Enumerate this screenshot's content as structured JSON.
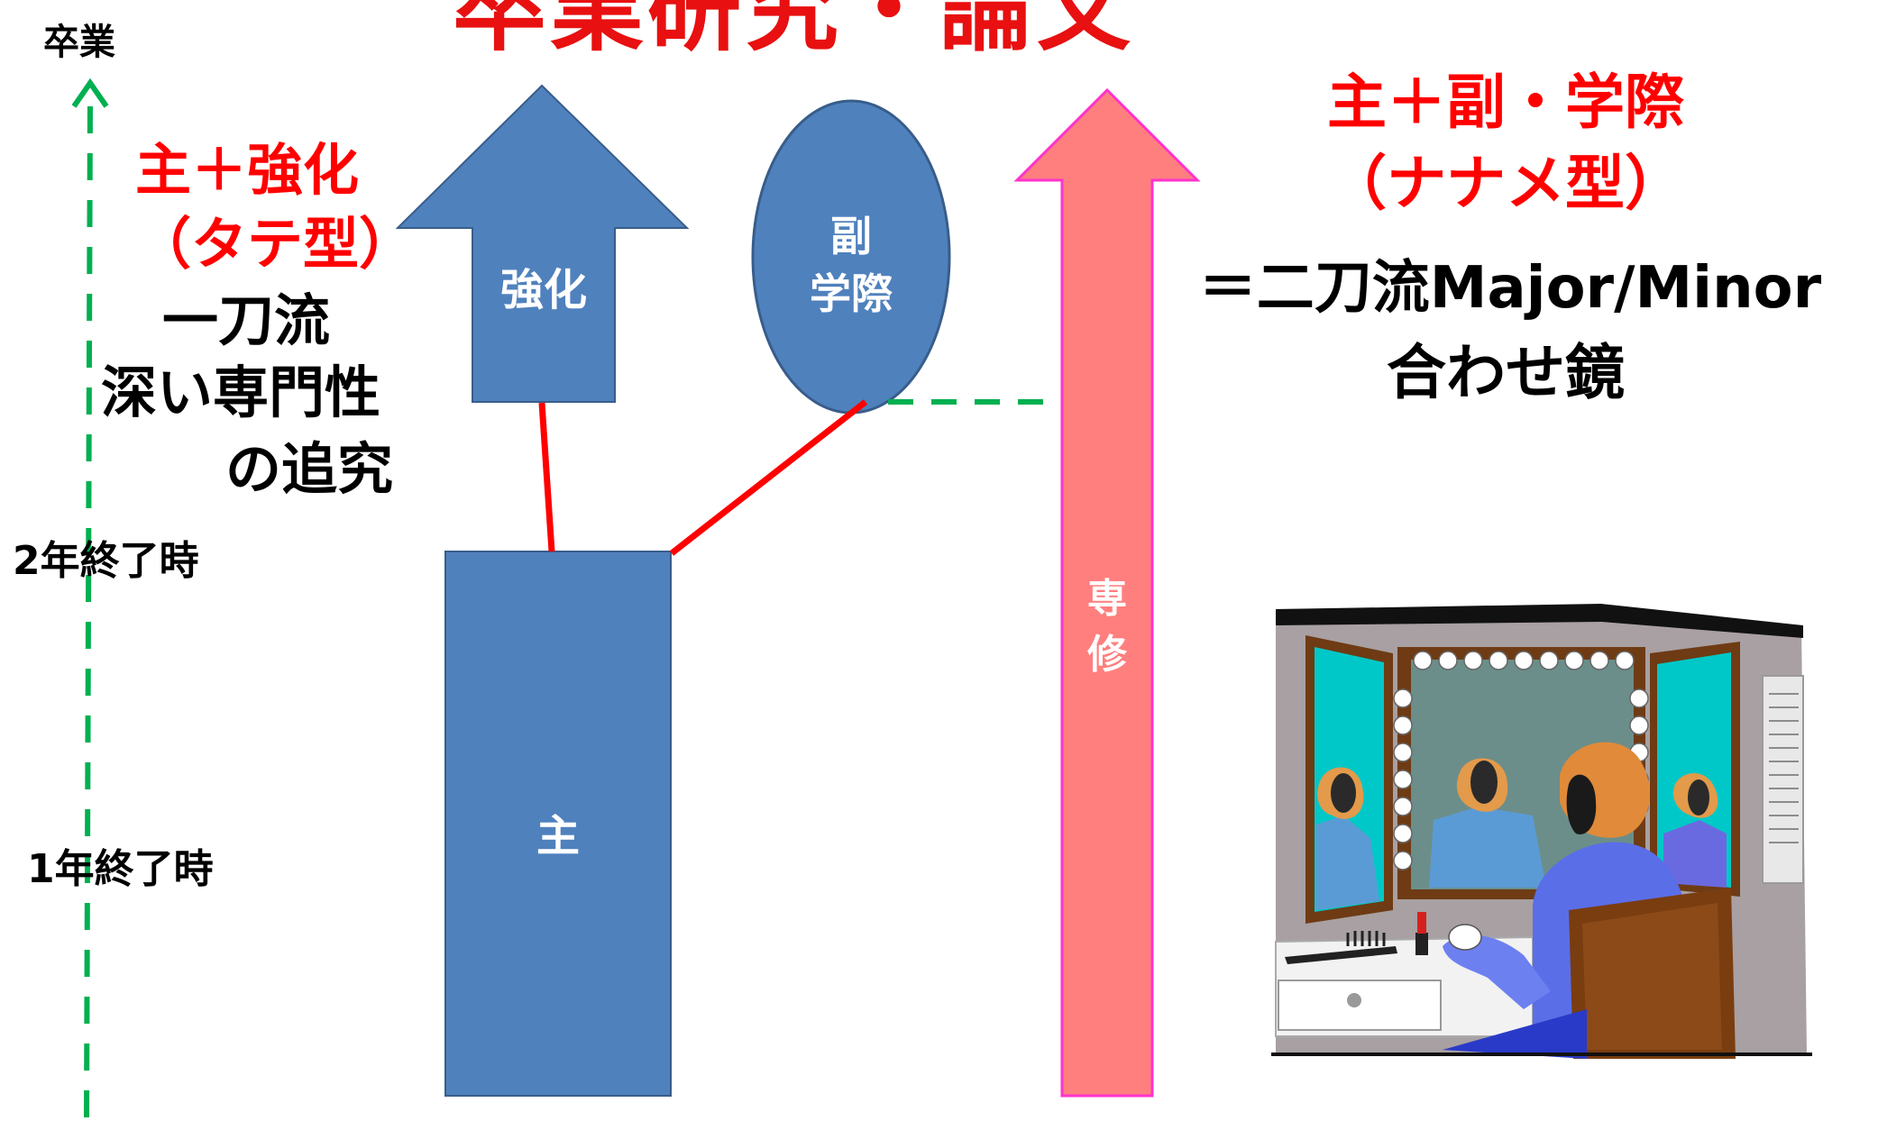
{
  "title": "卒業研究・論文",
  "axis": {
    "top_label": "卒業",
    "mark_year2": "2年終了時",
    "mark_year1": "1年終了時"
  },
  "left_text": {
    "heading1": "主＋強化",
    "heading2": "（タテ型）",
    "line1": "一刀流",
    "line2": "深い専門性",
    "line3": "の追究"
  },
  "right_text": {
    "heading1": "主＋副・学際",
    "heading2": "（ナナメ型）",
    "line1": "＝二刀流Major/Minor",
    "line2": "合わせ鏡"
  },
  "shapes": {
    "main_box": "主",
    "strengthen_arrow": "強化",
    "minor_ellipse_line1": "副",
    "minor_ellipse_line2": "学際",
    "specialty_arrow_line1": "専",
    "specialty_arrow_line2": "修"
  },
  "colors": {
    "blue_fill": "#4f81bd",
    "blue_stroke": "#385d8a",
    "pink_fill": "#ff7f7f",
    "pink_stroke": "#ff33cc",
    "red_text": "#ff0000",
    "red_line": "#ff0000",
    "dash_green": "#00b050"
  },
  "illustration": "vanity-mirror-clipart"
}
